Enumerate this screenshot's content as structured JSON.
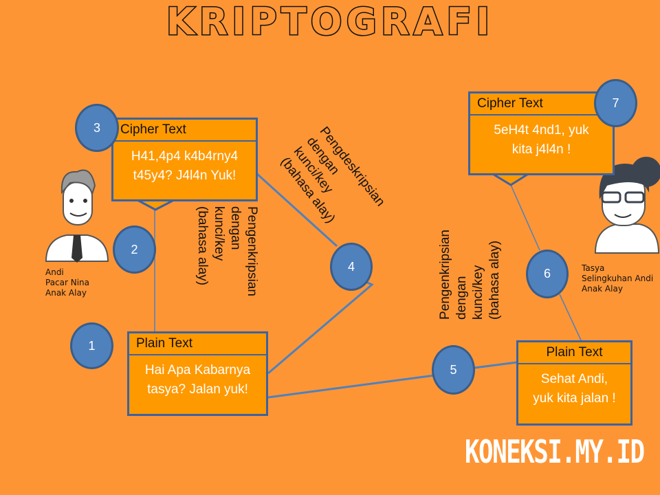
{
  "title": "KRIPTOGRAFI",
  "brand": "KONEKSI.MY.ID",
  "colors": {
    "background": "#fe9535",
    "box_fill": "#ff9900",
    "box_border": "#3d62a0",
    "circle_fill": "#4f81bd",
    "circle_border": "#385d8a",
    "line": "#4f81bd"
  },
  "characters": {
    "andi": {
      "icon": "man-avatar-icon",
      "lines": [
        "Andi",
        "Pacar Nina",
        "Anak Alay"
      ]
    },
    "tasya": {
      "icon": "woman-avatar-icon",
      "lines": [
        "Tasya",
        "Selingkuhan Andi",
        "Anak Alay"
      ]
    }
  },
  "boxes": {
    "cipher_left": {
      "header": "Cipher Text",
      "lines": [
        "H41,4p4 k4b4rny4",
        "t45y4? J4l4n Yuk!"
      ]
    },
    "plain_left": {
      "header": "Plain Text",
      "lines": [
        "Hai Apa Kabarnya",
        "tasya? Jalan yuk!"
      ]
    },
    "cipher_right": {
      "header": "Cipher Text",
      "lines": [
        "5eH4t 4nd1, yuk",
        "kita j4l4n !"
      ]
    },
    "plain_right": {
      "header": "Plain Text",
      "lines": [
        "Sehat Andi,",
        "yuk kita jalan !"
      ]
    }
  },
  "steps": [
    "1",
    "2",
    "3",
    "4",
    "5",
    "6",
    "7"
  ],
  "labels": {
    "encrypt_left": "Pengenkripsian\ndengan\nkunci/key\n(bahasa alay)",
    "decrypt_middle": "Pengdeskripsian\ndengan\nkunci/key\n(bahasa alay)",
    "encrypt_right": "Pengenkripsian\ndengan\nkunci/key\n(bahasa alay)"
  }
}
